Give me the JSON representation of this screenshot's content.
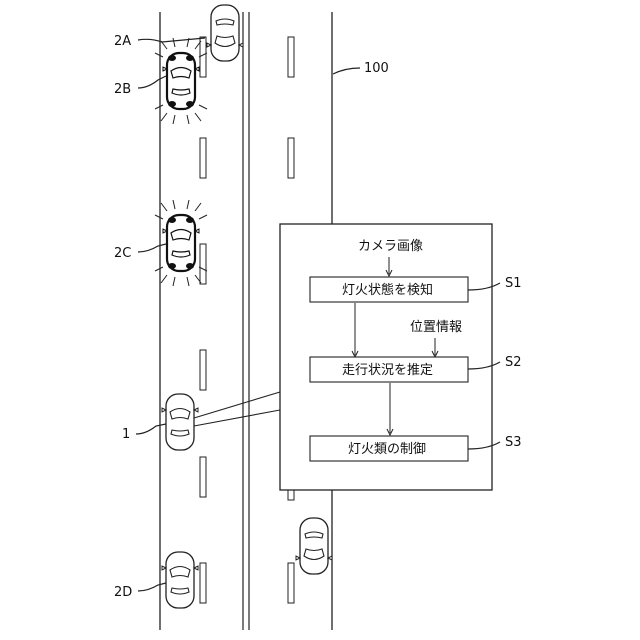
{
  "reference_labels": {
    "road": "100",
    "own_vehicle": "1",
    "car_2a": "2A",
    "car_2b": "2B",
    "car_2c": "2C",
    "car_2d": "2D",
    "step_1": "S1",
    "step_2": "S2",
    "step_3": "S3"
  },
  "flow": {
    "input_camera": "カメラ画像",
    "input_position": "位置情報",
    "step_1_text": "灯火状態を検知",
    "step_2_text": "走行状況を推定",
    "step_3_text": "灯火類の制御"
  }
}
